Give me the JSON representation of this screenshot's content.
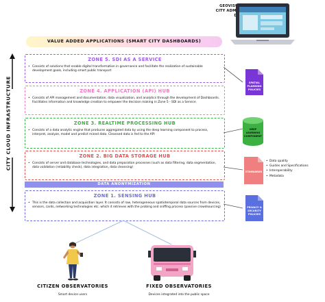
{
  "laptop": {
    "title_line1": "GEOVISUALISATION /",
    "title_line2": "CITY ADMINISTRATION",
    "title_line3": "DASHBOARDS"
  },
  "banner": "VALUE ADDED APPLICATIONS (SMART CITY DASHBOARDS)",
  "side_label": "CITY CLOUD INFRASTRUCTURE",
  "zones": [
    {
      "title": "ZONE 5. SDI AS A SERVICE",
      "color": "#9b5de5",
      "bullets": [
        "Consists of solutions that enable digital transformation in governance and facilitate the realization of sustainable development goals, including smart public transport"
      ]
    },
    {
      "title": "ZONE 4. APPLICATION (API) HUB",
      "color": "#f07ac0",
      "bullets": [
        "Consists of API management and documentation, data visualization, and analytics through the development of Dashboards. Facilitates information and knowledge creation to empower the decision making in Zone 5 - SDI as a Service."
      ]
    },
    {
      "title": "ZONE 3. REALTIME PROCESSING HUB",
      "color": "#3cb043",
      "bullets": [
        "Consists of a data analytic engine that produces aggregated data by using the deep learning component to process, interpret, analyze, model and predict mined data. Cleansed data is fed to the API"
      ]
    },
    {
      "title": "ZONE 2. BIG DATA STORAGE HUB",
      "color": "#e05050",
      "bullets": [
        "Consists of server and database technologies, and data preparation processes (such as data filtering, data segmentation, data validation (reliability check), data integration, data cleansing)"
      ]
    },
    {
      "title": "ZONE 1. SENSING HUB",
      "color": "#6c6cd8",
      "bullets": [
        "This is the data collection and acquisition layer. It consists of raw, heterogeneous spatiotemporal data sources from devices, sensors, cards, networking technologies etc. which it retrieves with the probing and sniffing process (passive crowdsourcing)"
      ]
    }
  ],
  "anonymization": "DATA ANONYMIZATION",
  "icons": {
    "spatial": {
      "line1": "SPATIAL",
      "line2": "PLANNING",
      "line3": "POLICIES",
      "color": "#7a35d6"
    },
    "deep": {
      "line1": "DEEP",
      "line2": "LEARNING",
      "line3": "COMPONENT",
      "color": "#3cb043"
    },
    "standards": {
      "label": "STANDARDS",
      "color": "#f08080"
    },
    "privacy": {
      "line1": "PRIVACY &",
      "line2": "SECURITY",
      "line3": "POLICIES",
      "color": "#5a6fe0"
    }
  },
  "standards_list": [
    "Data quality",
    "Guides and Specifications",
    "Interoperability",
    "Metadata"
  ],
  "observatories": {
    "citizen": {
      "title": "CITIZEN OBSERVATORIES",
      "subtitle": "Smart device users"
    },
    "fixed": {
      "title": "FIXED OBSERVATORIES",
      "subtitle": "Devices integrated into the public space"
    }
  }
}
